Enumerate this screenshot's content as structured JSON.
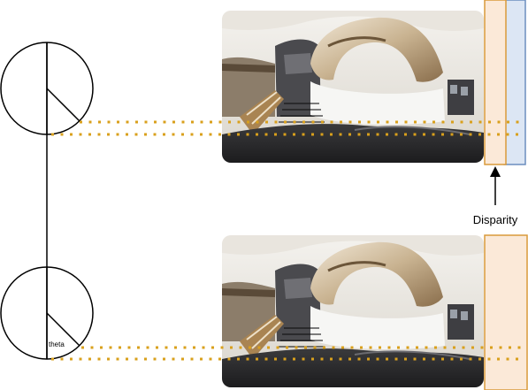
{
  "labels": {
    "disparity": "Disparity",
    "theta": "theta"
  },
  "colors": {
    "dot": "#d9a01c",
    "outline": "#000000",
    "orange_strip_fill": "#fbe9d8",
    "orange_strip_stroke": "#d99a3a",
    "blue_strip_fill": "#dce6f4",
    "blue_strip_stroke": "#6c8ebf"
  },
  "images": [
    {
      "name": "upper-panorama",
      "description_icon": "panorama-image"
    },
    {
      "name": "lower-panorama",
      "description_icon": "panorama-image"
    }
  ]
}
